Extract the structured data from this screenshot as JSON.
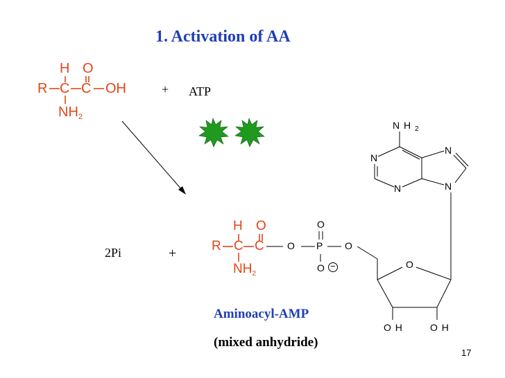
{
  "title": "1. Activation of AA",
  "amino_acid": {
    "h": "H",
    "o": "O",
    "r": "R",
    "c1": "C",
    "c2": "C",
    "oh": "OH",
    "nh": "NH",
    "sub2": "2"
  },
  "plus1": "+",
  "atp": "ATP",
  "adenine": {
    "nh2": "N H",
    "sub2": "2",
    "n1": "N",
    "n3": "N",
    "n7": "N",
    "n9": "N"
  },
  "product": {
    "h": "H",
    "o": "O",
    "r": "R",
    "c1": "C",
    "c2": "C",
    "nh": "NH",
    "sub2": "2",
    "o_link": "O",
    "p": "P",
    "o_top": "O",
    "o_right": "O",
    "o_bottom": "O",
    "minus": "−"
  },
  "ribose": {
    "o_ring": "O",
    "oh_left": "O H",
    "oh_right": "O H"
  },
  "pi": "2Pi",
  "plus2": "+",
  "product_name": "Aminoacyl-AMP",
  "product_note": "(mixed anhydride)",
  "slide_number": "17",
  "colors": {
    "title": "#1f3fb3",
    "chem": "#e0461a",
    "star": "#1f9a1f",
    "black": "#000000"
  }
}
